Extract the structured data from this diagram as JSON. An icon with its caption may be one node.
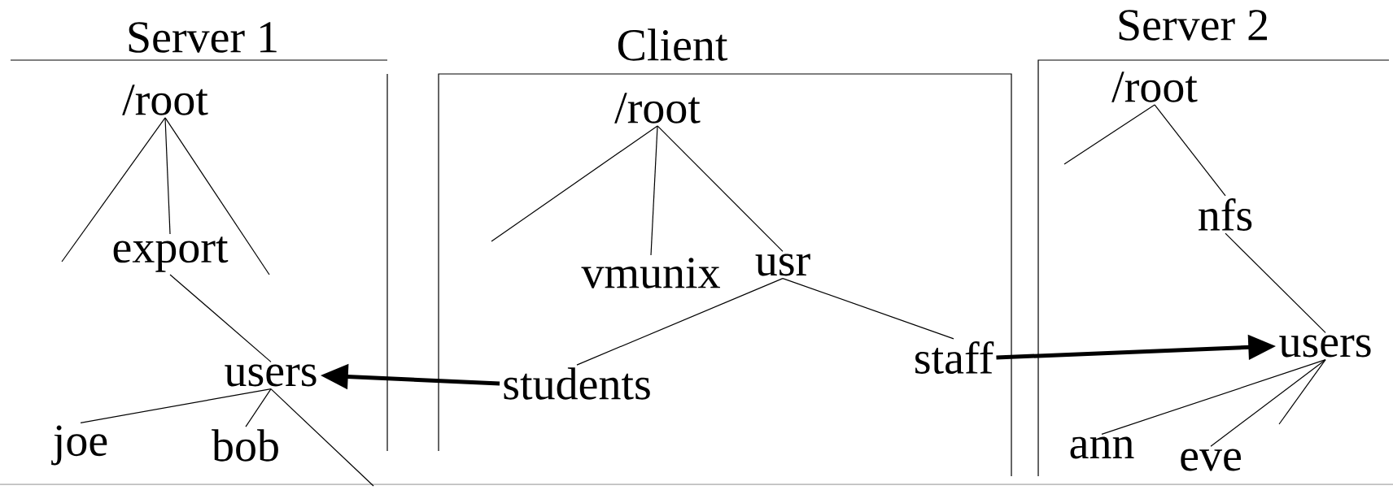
{
  "diagram": {
    "nodes": [
      {
        "text": [
          "Server 1"
        ]
      },
      {
        "text": [
          "/root"
        ],
        "in": 0
      },
      {
        "text": [
          "export"
        ],
        "in": 0
      },
      {
        "text": [
          "users"
        ],
        "in": 0
      },
      {
        "text": [
          "joe"
        ],
        "in": 0
      },
      {
        "text": [
          "bob"
        ],
        "in": 0
      },
      {
        "text": [
          "Client"
        ]
      },
      {
        "text": [
          "/root"
        ],
        "in": 6
      },
      {
        "text": [
          "vmunix"
        ],
        "in": 6
      },
      {
        "text": [
          "usr"
        ],
        "in": 6
      },
      {
        "text": [
          "students"
        ],
        "in": 6
      },
      {
        "text": [
          "staff"
        ],
        "in": 6
      },
      {
        "text": [
          "Server 2"
        ]
      },
      {
        "text": [
          "/root"
        ],
        "in": 12
      },
      {
        "text": [
          "nfs"
        ],
        "in": 12
      },
      {
        "text": [
          "users"
        ],
        "in": 12
      },
      {
        "text": [
          "ann"
        ],
        "in": 12
      },
      {
        "text": [
          "eve"
        ],
        "in": 12
      }
    ],
    "edges": [
      {
        "from": 1,
        "to": 2,
        "arrow": "none"
      },
      {
        "from": 1,
        "to": null,
        "arrow": "none"
      },
      {
        "from": 1,
        "to": null,
        "arrow": "none"
      },
      {
        "from": 2,
        "to": 3,
        "arrow": "none"
      },
      {
        "from": 3,
        "to": 4,
        "arrow": "none"
      },
      {
        "from": 3,
        "to": 5,
        "arrow": "none"
      },
      {
        "from": 3,
        "to": null,
        "arrow": "none"
      },
      {
        "from": 7,
        "to": null,
        "arrow": "none"
      },
      {
        "from": 7,
        "to": 8,
        "arrow": "none"
      },
      {
        "from": 7,
        "to": 9,
        "arrow": "none"
      },
      {
        "from": 9,
        "to": 10,
        "arrow": "none"
      },
      {
        "from": 9,
        "to": 11,
        "arrow": "none"
      },
      {
        "from": 13,
        "to": null,
        "arrow": "none"
      },
      {
        "from": 13,
        "to": 14,
        "arrow": "none"
      },
      {
        "from": 14,
        "to": 15,
        "arrow": "none"
      },
      {
        "from": 15,
        "to": 16,
        "arrow": "none"
      },
      {
        "from": 15,
        "to": 17,
        "arrow": "none"
      },
      {
        "from": 15,
        "to": null,
        "arrow": "none"
      },
      {
        "from": 10,
        "to": 3,
        "arrow": "to",
        "style": "thick"
      },
      {
        "from": 11,
        "to": 15,
        "arrow": "to",
        "style": "thick"
      }
    ]
  }
}
